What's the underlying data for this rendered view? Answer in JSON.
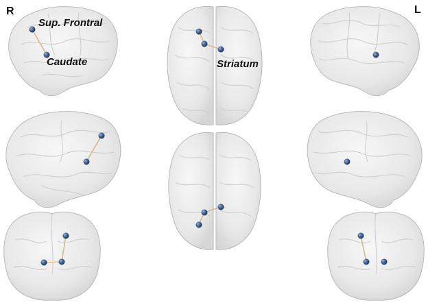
{
  "hemisphere_labels": {
    "right": "R",
    "left": "L"
  },
  "region_labels": {
    "sup_frontal": "Sup. Frontral",
    "caudate": "Caudate",
    "striatum": "Striatum"
  },
  "colors": {
    "node": "#3d5f8f",
    "node_highlight": "#9bb4d6",
    "edge": "#d9b98a",
    "brain_fill": "#ececec",
    "brain_stroke": "#b9b9b9",
    "gyri": "#d0d0d0"
  },
  "views": [
    "right-lateral",
    "top-axial",
    "left-lateral",
    "right-medial",
    "bottom-axial",
    "left-medial",
    "posterior-coronal",
    "anterior-coronal"
  ]
}
